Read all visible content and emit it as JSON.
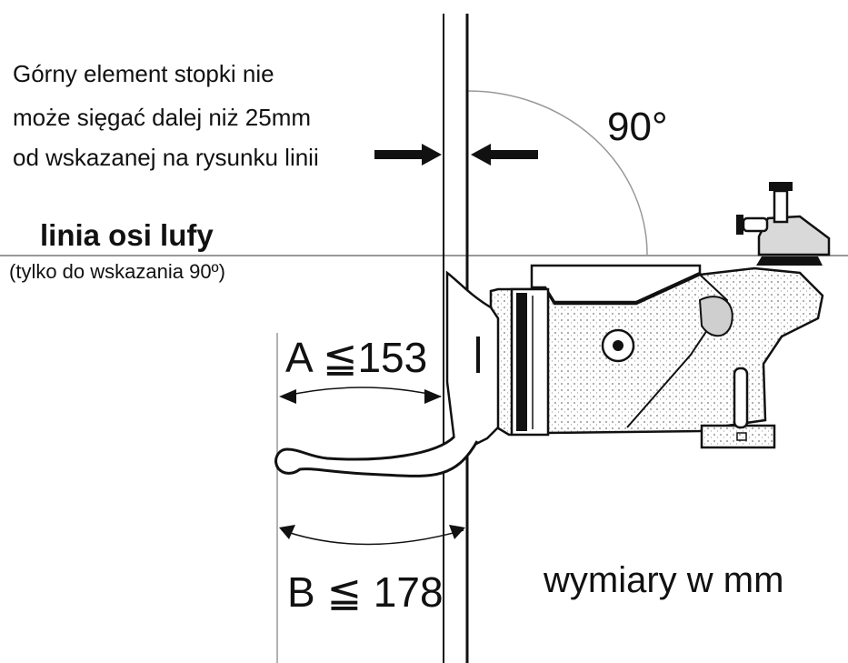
{
  "note": {
    "line1": "Górny element stopki nie",
    "line2": "może sięgać dalej niż 25mm",
    "line3": "od wskazanej na rysunku linii"
  },
  "angle": {
    "label": "90°"
  },
  "axis": {
    "label": "linia osi lufy",
    "note": "(tylko do wskazania 90º)"
  },
  "dimensions": {
    "a": "A ≦153",
    "b": "B ≦ 178",
    "units": "wymiary w mm"
  },
  "colors": {
    "ink": "#111111",
    "guide": "#999999",
    "shade": "#d7d7d7"
  }
}
